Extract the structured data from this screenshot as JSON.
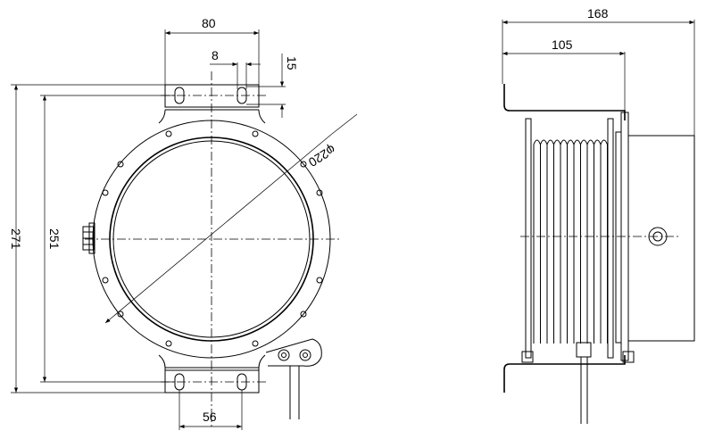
{
  "front_view": {
    "dims": {
      "bracket_width": "80",
      "slot_width": "8",
      "slot_height": "15",
      "overall_height": "271",
      "hole_spacing_height": "251",
      "bottom_slot_spacing": "56",
      "diameter": "φ220"
    }
  },
  "side_view": {
    "dims": {
      "overall_depth": "168",
      "bracket_depth": "105"
    }
  }
}
